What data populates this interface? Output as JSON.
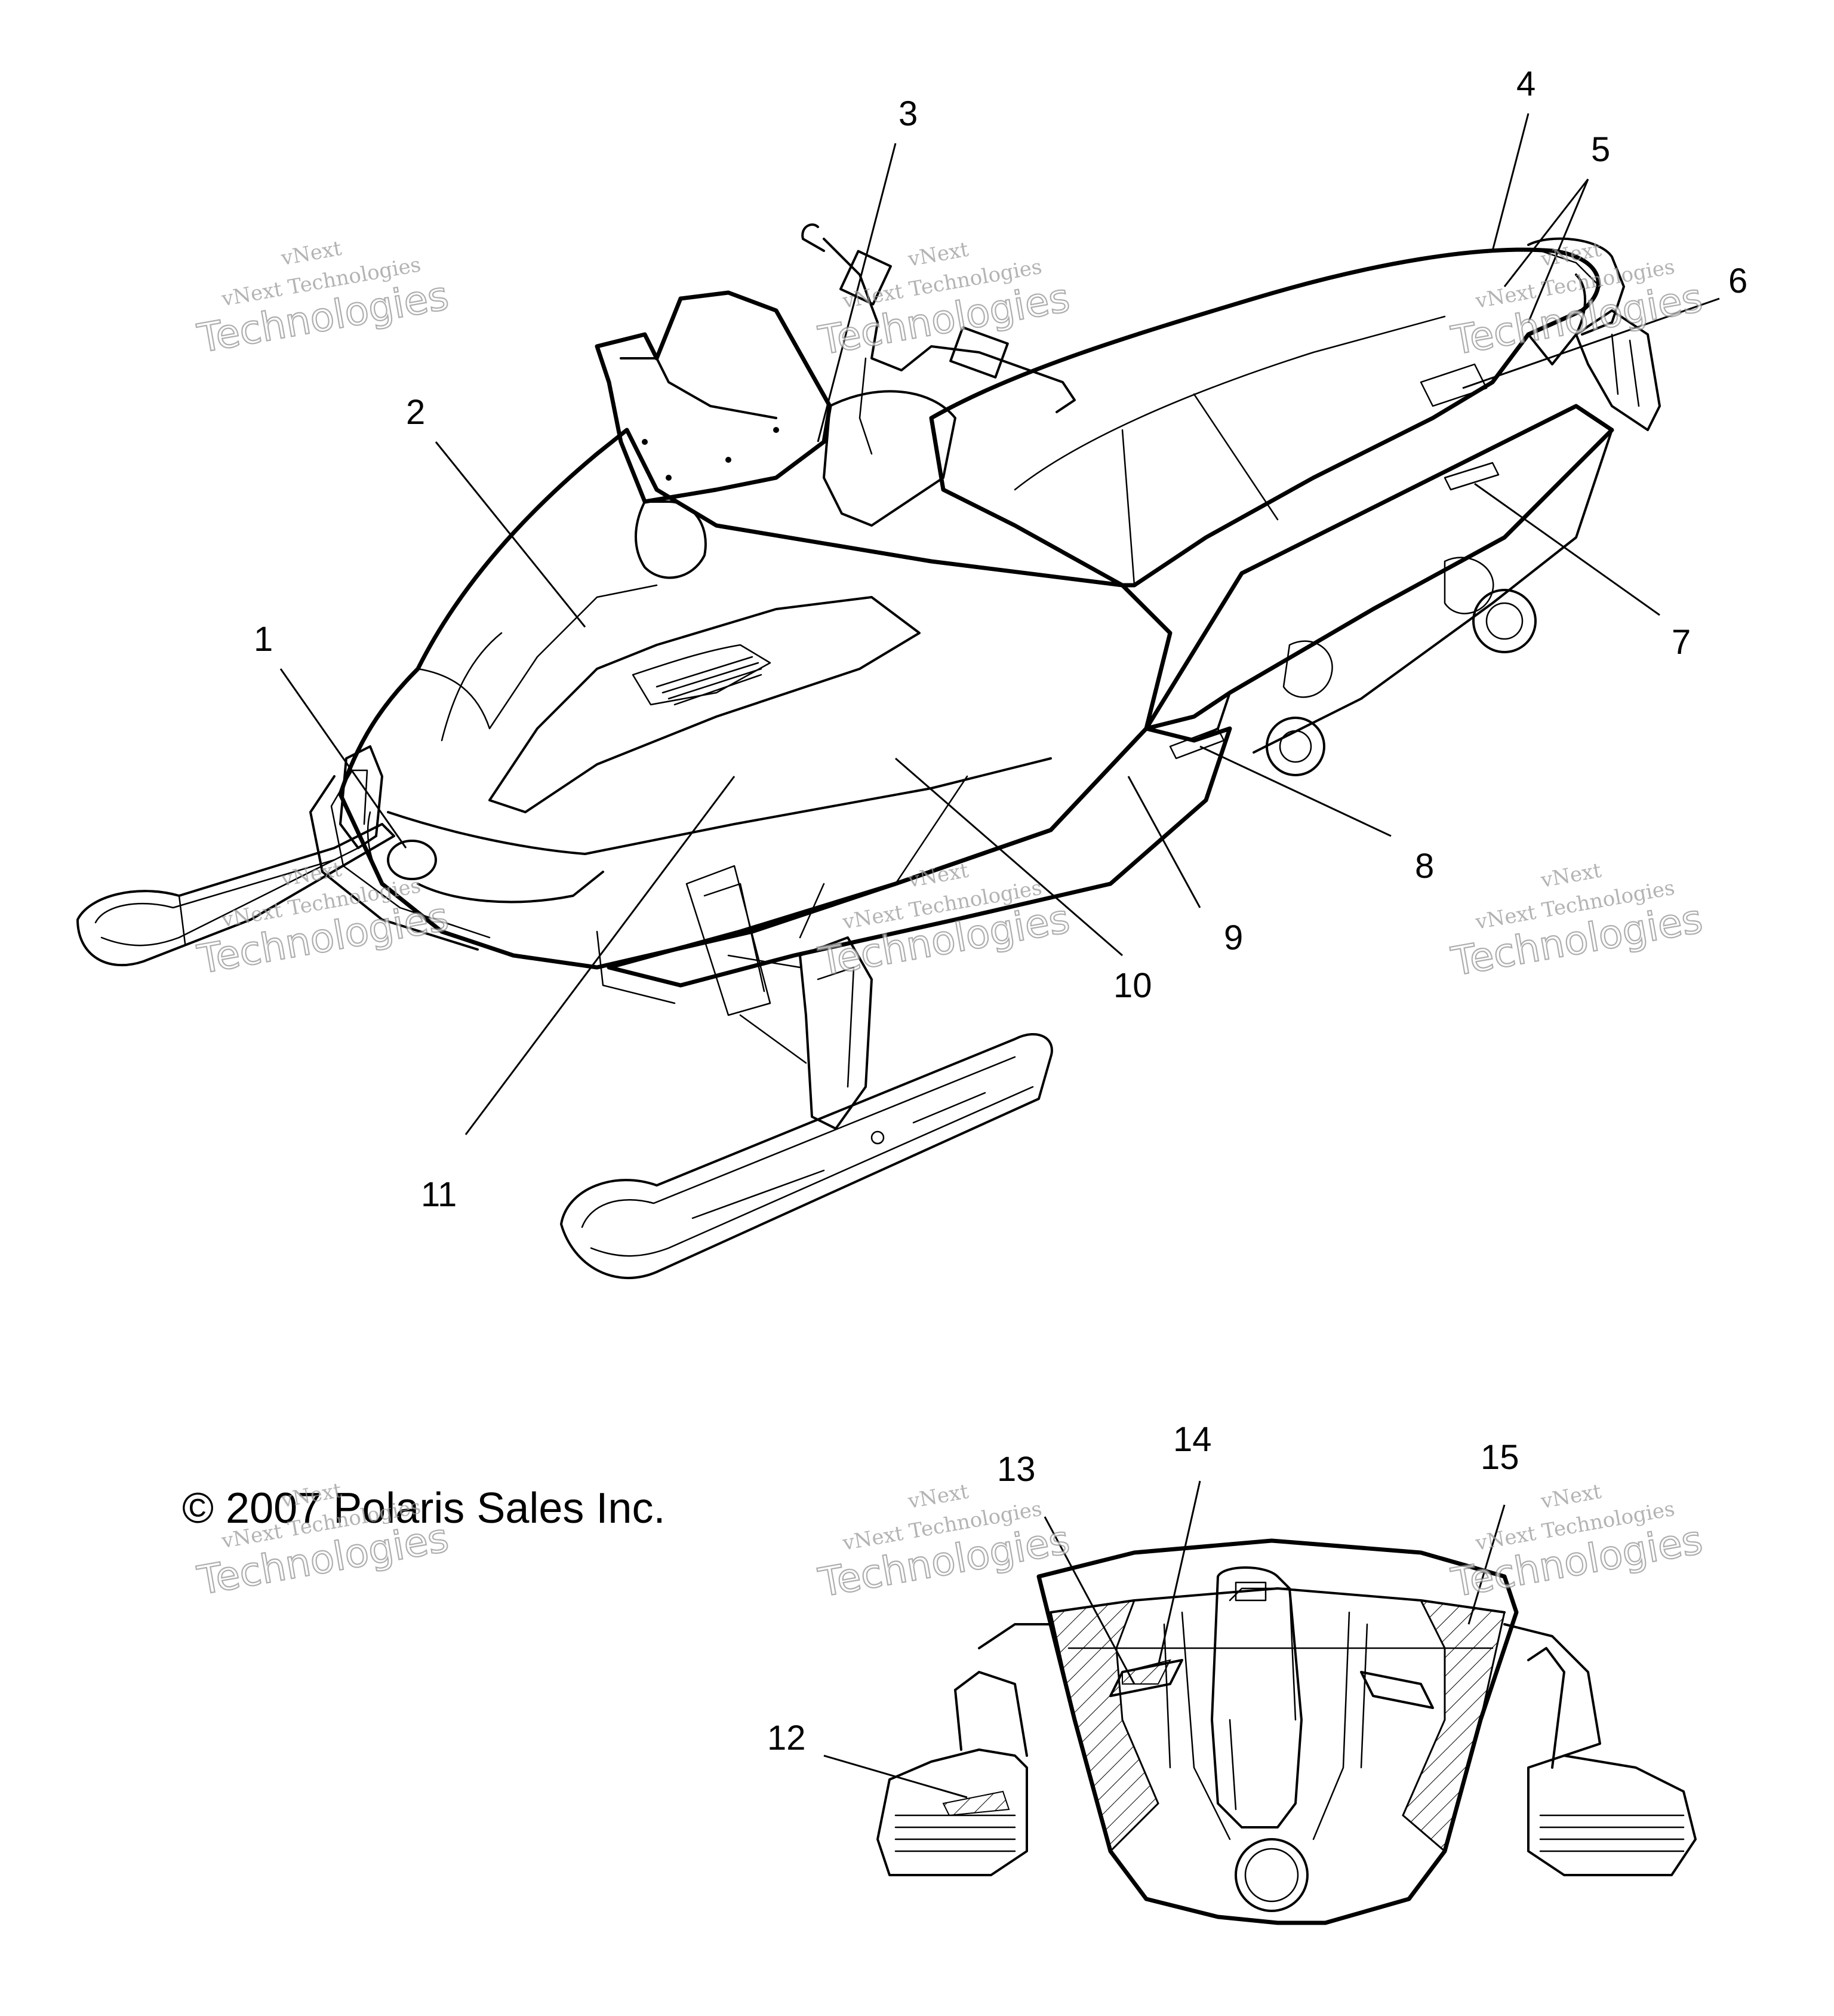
{
  "callouts": [
    "1",
    "2",
    "3",
    "4",
    "5",
    "6",
    "7",
    "8",
    "9",
    "10",
    "11",
    "12",
    "13",
    "14",
    "15"
  ],
  "copyright": "© 2007 Polaris Sales Inc.",
  "watermark": {
    "line1": "vNext",
    "line2": "vNext Technologies",
    "line3": "Technologies"
  }
}
